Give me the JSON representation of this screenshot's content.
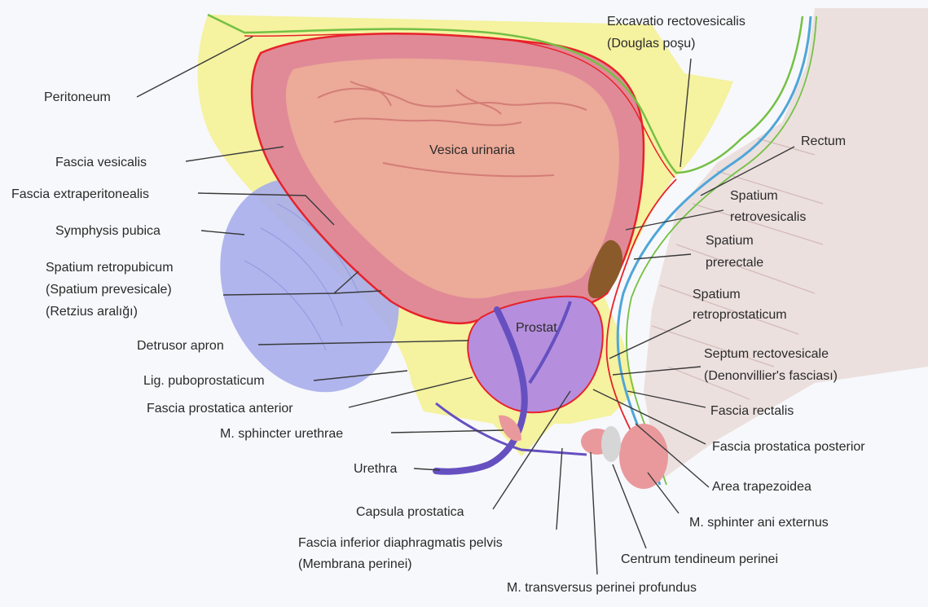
{
  "labels": {
    "peritoneum": "Peritoneum",
    "fascia_vesicalis": "Fascia vesicalis",
    "fascia_extraperitonealis": "Fascia extraperitonealis",
    "symphysis_pubica": "Symphysis pubica",
    "spatium_retropubicum_1": "Spatium retropubicum",
    "spatium_retropubicum_2": "(Spatium prevesicale)",
    "spatium_retropubicum_3": "(Retzius aralığı)",
    "detrusor_apron": "Detrusor apron",
    "lig_puboprostaticum": "Lig. puboprostaticum",
    "fascia_prostatica_anterior": "Fascia prostatica anterior",
    "m_sphincter_urethrae": "M. sphincter urethrae",
    "urethra": "Urethra",
    "capsula_prostatica": "Capsula prostatica",
    "fascia_inferior_1": "Fascia inferior diaphragmatis pelvis",
    "fascia_inferior_2": "(Membrana perinei)",
    "m_transversus": "M. transversus perinei profundus",
    "centrum_tendineum": "Centrum tendineum perinei",
    "m_sphinter_ani": "M. sphinter ani externus",
    "area_trapezoidea": "Area trapezoidea",
    "fascia_prostatica_posterior": "Fascia prostatica posterior",
    "fascia_rectalis": "Fascia rectalis",
    "septum_1": "Septum rectovesicale",
    "septum_2": "(Denonvillier's fasciası)",
    "spatium_retroprostaticum_1": "Spatium",
    "spatium_retroprostaticum_2": "retroprostaticum",
    "spatium_prerectale_1": "Spatium",
    "spatium_prerectale_2": "prerectale",
    "spatium_retrovesicalis_1": "Spatium",
    "spatium_retrovesicalis_2": "retrovesicalis",
    "rectum": "Rectum",
    "excavatio_1": "Excavatio rectovesicalis",
    "excavatio_2": "(Douglas poşu)",
    "vesica_urinaria": "Vesica urinaria",
    "prostat": "Prostat"
  },
  "colors": {
    "yellow_fat": "#f5f2a0",
    "bladder_wall": "#e08a98",
    "bladder_inner": "#ecaa98",
    "red_line": "#e8222a",
    "prostate": "#b58fde",
    "symphysis": "#a7adec",
    "urethra": "#6650c0",
    "rectum_muscle": "#e8d9d4",
    "green_line": "#74c044",
    "blue_line": "#4fa6d8",
    "brown": "#8a5a2a",
    "pink_muscle": "#e9999c"
  }
}
